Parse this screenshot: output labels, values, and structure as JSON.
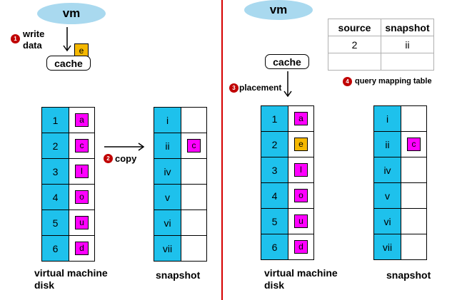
{
  "left": {
    "vm": "vm",
    "step1_number": "1",
    "step1_label_line1": "write",
    "step1_label_line2": "data",
    "cache_block": "e",
    "cache": "cache",
    "step2_number": "2",
    "step2_label": "copy",
    "disk_rows": [
      {
        "num": "1",
        "block": "a"
      },
      {
        "num": "2",
        "block": "c"
      },
      {
        "num": "3",
        "block": "l"
      },
      {
        "num": "4",
        "block": "o"
      },
      {
        "num": "5",
        "block": "u"
      },
      {
        "num": "6",
        "block": "d"
      }
    ],
    "snapshot_rows": [
      {
        "num": "i",
        "block": ""
      },
      {
        "num": "ii",
        "block": "c"
      },
      {
        "num": "iv",
        "block": ""
      },
      {
        "num": "v",
        "block": ""
      },
      {
        "num": "vi",
        "block": ""
      },
      {
        "num": "vii",
        "block": ""
      }
    ],
    "disk_caption_line1": "virtual machine",
    "disk_caption_line2": "disk",
    "snapshot_caption": "snapshot"
  },
  "right": {
    "vm": "vm",
    "cache": "cache",
    "step3_number": "3",
    "step3_label": "placement",
    "step4_number": "4",
    "step4_label": "query mapping table",
    "mapping_table": {
      "headers": [
        "source",
        "snapshot"
      ],
      "rows": [
        [
          "2",
          "ii"
        ],
        [
          "",
          ""
        ]
      ]
    },
    "disk_rows": [
      {
        "num": "1",
        "block": "a"
      },
      {
        "num": "2",
        "block": "e"
      },
      {
        "num": "3",
        "block": "l"
      },
      {
        "num": "4",
        "block": "o"
      },
      {
        "num": "5",
        "block": "u"
      },
      {
        "num": "6",
        "block": "d"
      }
    ],
    "snapshot_rows": [
      {
        "num": "i",
        "block": ""
      },
      {
        "num": "ii",
        "block": "c"
      },
      {
        "num": "iv",
        "block": ""
      },
      {
        "num": "v",
        "block": ""
      },
      {
        "num": "vi",
        "block": ""
      },
      {
        "num": "vii",
        "block": ""
      }
    ],
    "disk_caption_line1": "virtual machine",
    "disk_caption_line2": "disk",
    "snapshot_caption": "snapshot"
  },
  "colors": {
    "vm_fill": "#a9d9ef",
    "index_cell": "#1ec1ec",
    "block_magenta": "#ff00ff",
    "block_orange": "#f5b800",
    "badge_red": "#c00000",
    "divider_red": "#d60000"
  }
}
